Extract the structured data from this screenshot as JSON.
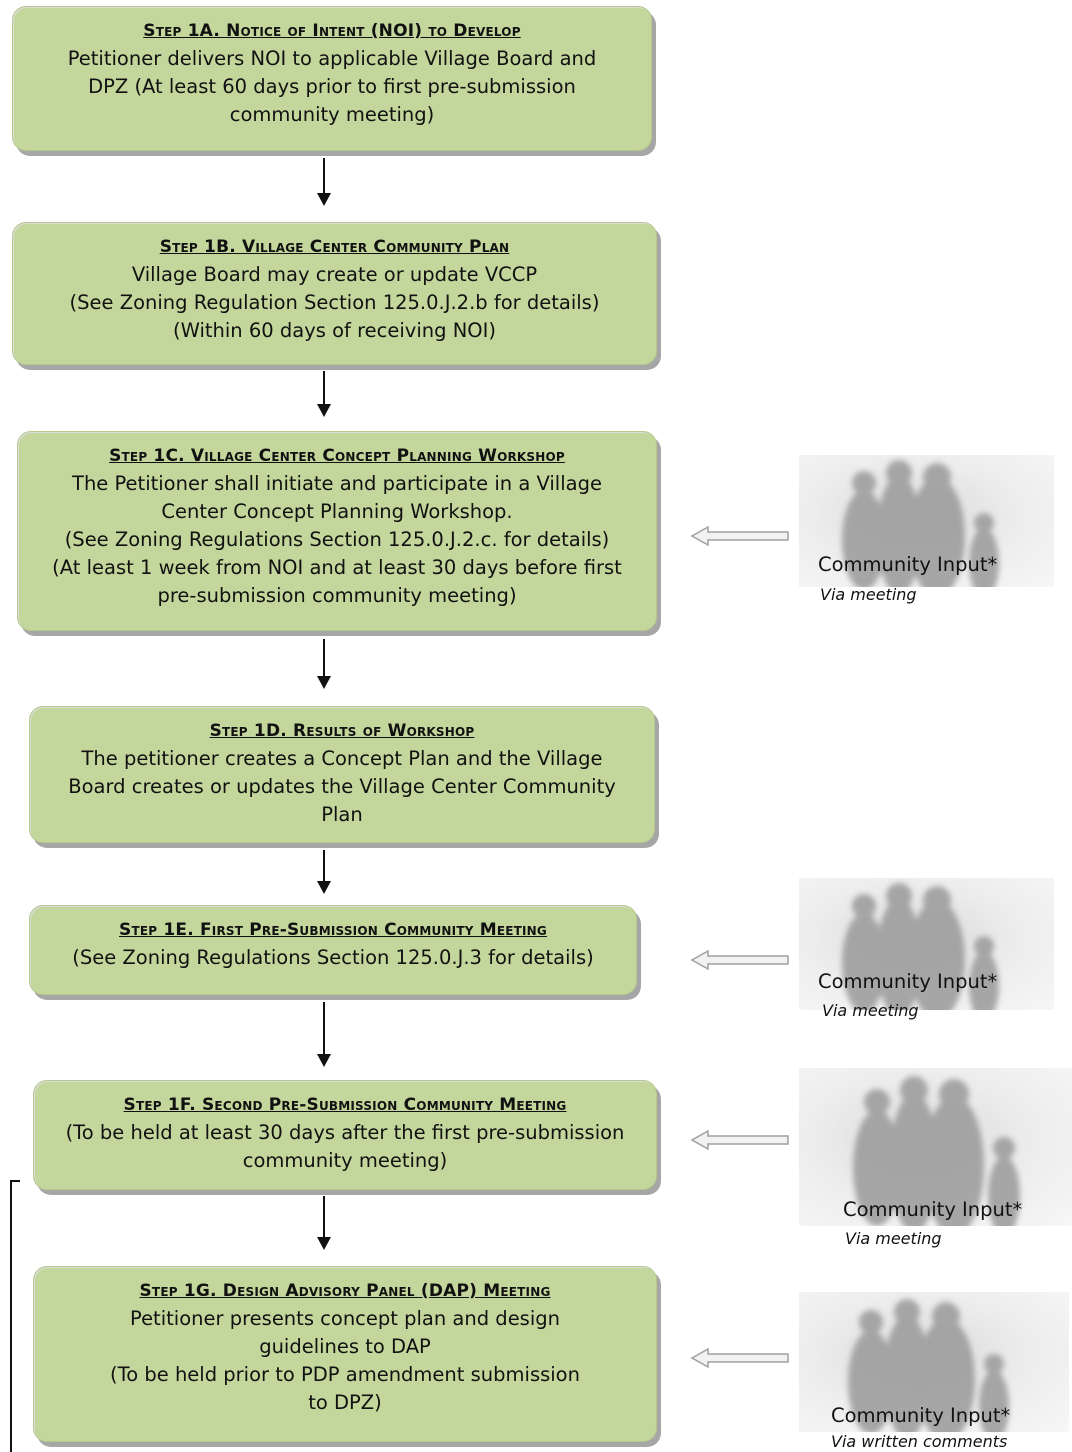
{
  "steps": [
    {
      "title": "Step 1A. Notice of Intent (NOI) to Develop",
      "lines": [
        "Petitioner delivers NOI to applicable Village Board and",
        "DPZ (At least 60 days prior to first pre-submission",
        "community meeting)"
      ]
    },
    {
      "title": "Step 1B. Village Center Community Plan",
      "lines": [
        "Village Board may create or update VCCP",
        "(See Zoning Regulation Section 125.0.J.2.b for details)",
        "(Within 60 days of receiving NOI)"
      ]
    },
    {
      "title": "Step 1C. Village Center Concept Planning Workshop",
      "lines": [
        "The Petitioner shall initiate and participate in a Village",
        "Center Concept Planning Workshop.",
        "(See Zoning Regulations Section 125.0.J.2.c. for details)",
        "(At least 1 week from NOI and at least 30 days before first",
        "pre-submission community meeting)"
      ]
    },
    {
      "title": "Step 1D. Results of Workshop",
      "lines": [
        "The petitioner creates a Concept Plan and the Village",
        "Board creates or updates the Village Center Community",
        "Plan"
      ]
    },
    {
      "title": "Step 1E. First Pre-Submission Community Meeting",
      "lines": [
        "(See Zoning Regulations Section 125.0.J.3 for details)"
      ]
    },
    {
      "title": "Step 1F. Second Pre-Submission Community Meeting",
      "lines": [
        "(To be held at least 30 days after the first pre-submission",
        "community meeting)"
      ]
    },
    {
      "title": "Step 1G. Design Advisory Panel (DAP) Meeting",
      "lines": [
        "Petitioner presents concept plan and design",
        "guidelines to DAP",
        "(To be held prior to PDP amendment submission",
        "to DPZ)"
      ]
    }
  ],
  "community_inputs": [
    {
      "label": "Community Input*",
      "via": "Via meeting"
    },
    {
      "label": "Community Input*",
      "via": "Via meeting"
    },
    {
      "label": "Community Input*",
      "via": "Via meeting"
    },
    {
      "label": "Community Input*",
      "via": "Via written comments"
    }
  ],
  "colors": {
    "box_fill": "#c3d69b",
    "arrow_gray": "#bfbfbf",
    "shadow": "#a6a6a6"
  }
}
